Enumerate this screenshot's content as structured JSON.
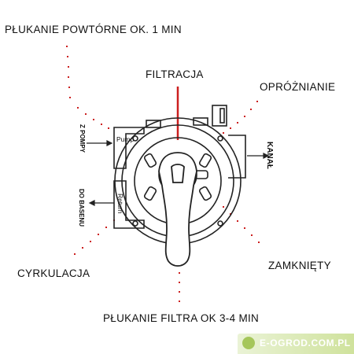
{
  "labels": {
    "top_left": "PŁUKANIE POWTÓRNE OK. 1 MIN",
    "top": "FILTRACJA",
    "top_right": "OPRÓŻNIANIE",
    "right": "KANAŁ",
    "bottom_right": "ZAMKNIĘTY",
    "left": "CYRKULACJA",
    "bottom": "PŁUKANIE FILTRA OK 3-4 MIN",
    "from_pump": "Z POMPY",
    "to_pool": "DO BASENU"
  },
  "ports": {
    "pump": "Pump",
    "return": "Return"
  },
  "watermark": {
    "text": "E-OGROD.COM.PL"
  },
  "colors": {
    "indicator": "#cc1f1f",
    "dots": "#cc1f1f",
    "ink": "#222222",
    "watermark": "#a5c65a"
  }
}
